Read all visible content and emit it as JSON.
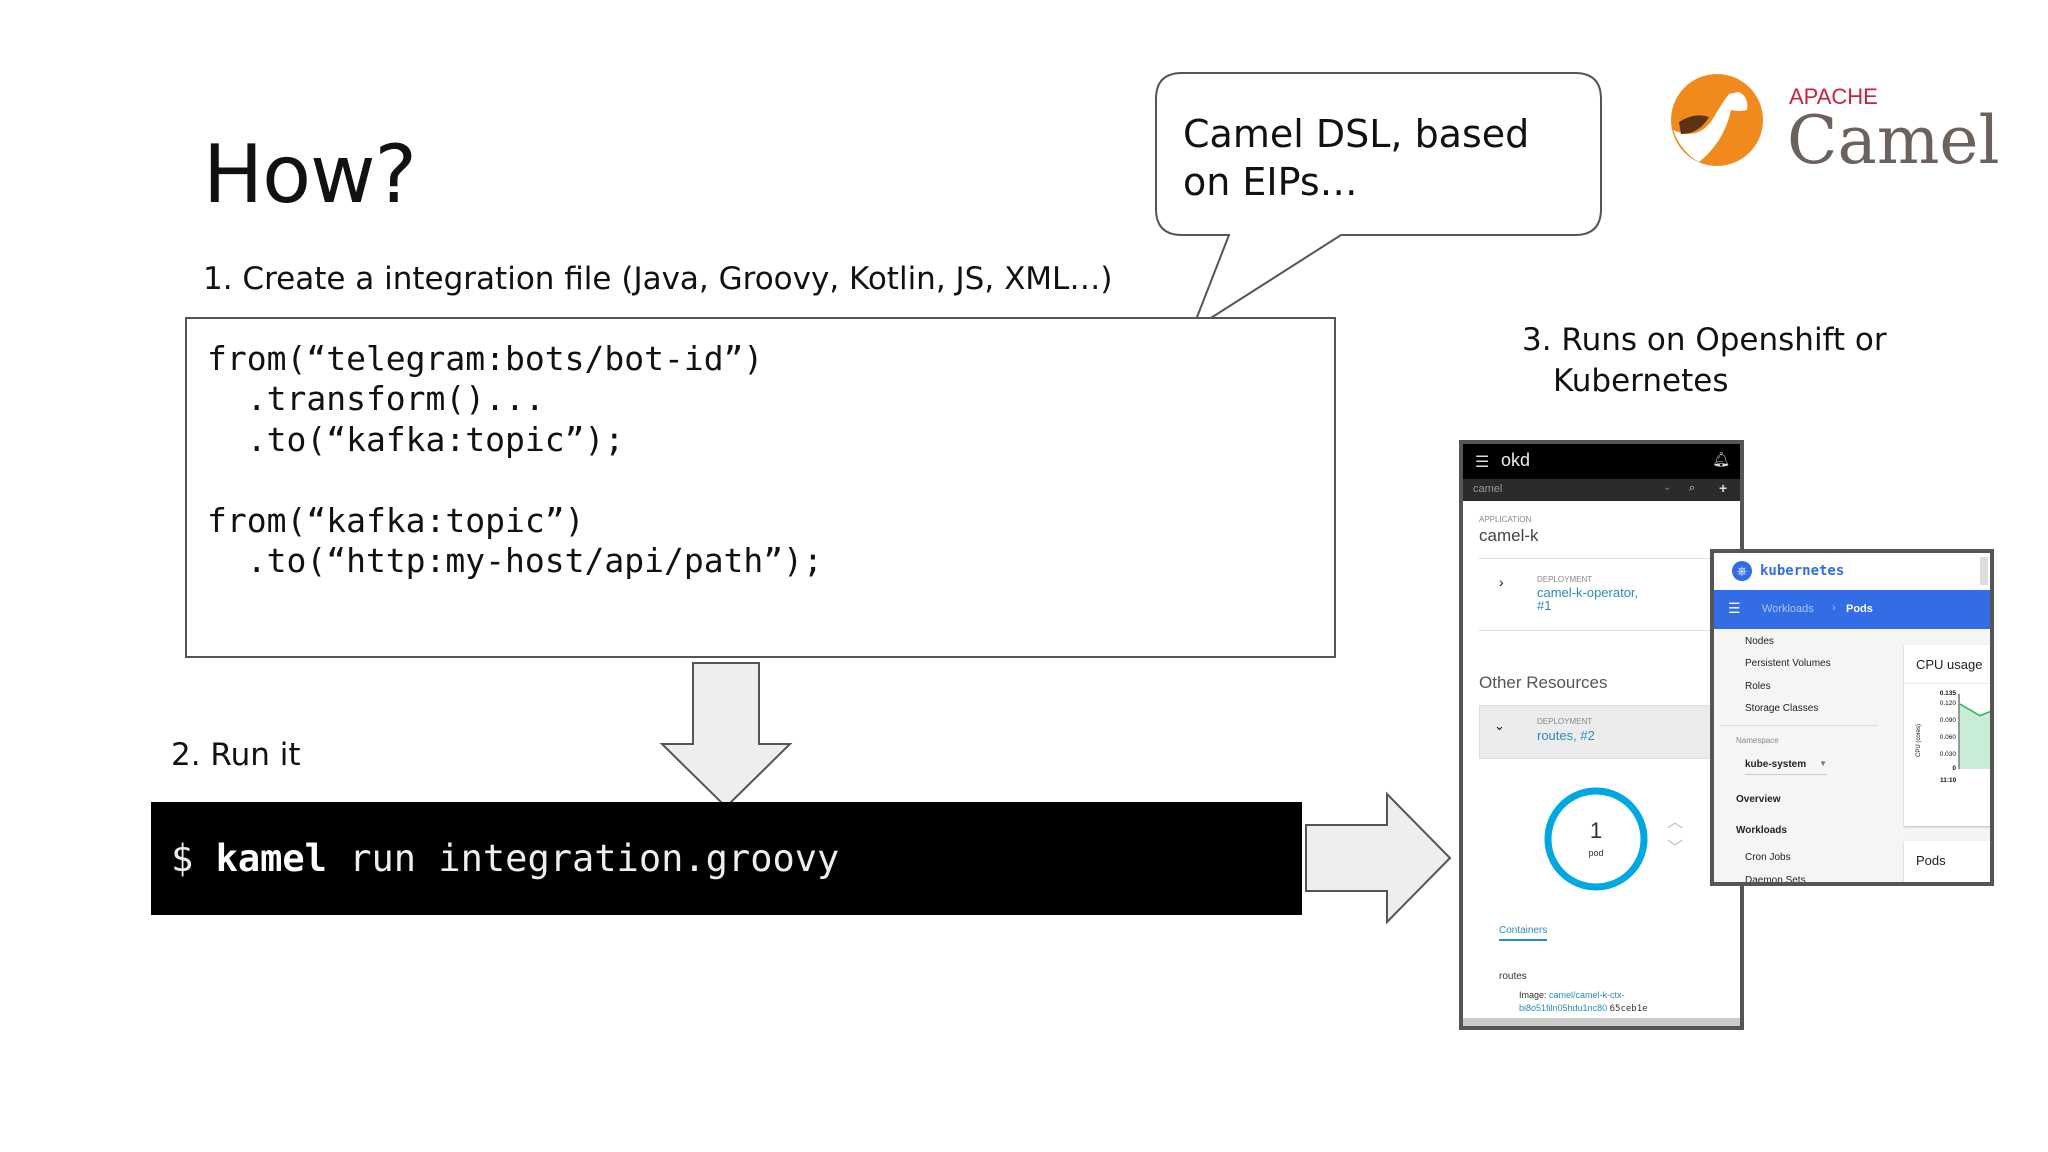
{
  "slide": {
    "title": "How?",
    "step1": "1. Create a integration file (Java, Groovy, Kotlin, JS, XML…)",
    "step2": "2. Run it",
    "step3_line1": "3. Runs on Openshift or",
    "step3_line2": "Kubernetes",
    "bubble": "Camel DSL, based on EIPs…",
    "code_lines": [
      "from(“telegram:bots/bot-id”)",
      "  .transform()...",
      "  .to(“kafka:topic”);",
      "",
      "from(“kafka:topic”)",
      "  .to(“http:my-host/api/path”);"
    ],
    "command": {
      "prompt": "$",
      "bin": "kamel",
      "args": "run integration.groovy"
    },
    "logo": {
      "top": "APACHE",
      "name": "Camel",
      "colors": {
        "orange": "#f08a1c",
        "red": "#c8233e",
        "gray": "#6b625d"
      }
    }
  },
  "okd": {
    "brand": "okd",
    "project": "camel",
    "app_label": "APPLICATION",
    "app_name": "camel-k",
    "deployments": [
      {
        "label": "DEPLOYMENT",
        "name": "camel-k-operator,",
        "rev": "#1"
      },
      {
        "label": "DEPLOYMENT",
        "name": "routes,",
        "rev": "#2"
      }
    ],
    "other_resources": "Other Resources",
    "pod_count": "1",
    "pod_label": "pod",
    "tab": "Containers",
    "container": "routes",
    "image_label": "Image:",
    "image_link1": "camel/camel-k-ctx-",
    "image_link2": "bi8o51filn05hdu1nc80",
    "image_hash": "65ceb1e",
    "accent": "#00a8e1"
  },
  "k8s": {
    "brand": "kubernetes",
    "crumb1": "Workloads",
    "crumb2": "Pods",
    "nav": [
      "Nodes",
      "Persistent Volumes",
      "Roles",
      "Storage Classes"
    ],
    "namespace_label": "Namespace",
    "namespace": "kube-system",
    "sections": [
      "Overview",
      "Workloads"
    ],
    "workloads": [
      "Cron Jobs",
      "Daemon Sets"
    ],
    "cpu_title": "CPU usage",
    "pods_title": "Pods",
    "accent": "#326de6",
    "chart_data": {
      "type": "area",
      "ylabel": "CPU (cores)",
      "y_ticks": [
        "0.135",
        "0.120",
        "0.090",
        "0.060",
        "0.030",
        "0"
      ],
      "x_ticks": [
        "11:10"
      ],
      "ylim": [
        0,
        0.135
      ],
      "values": [
        0.117,
        0.096,
        0.11
      ]
    }
  }
}
